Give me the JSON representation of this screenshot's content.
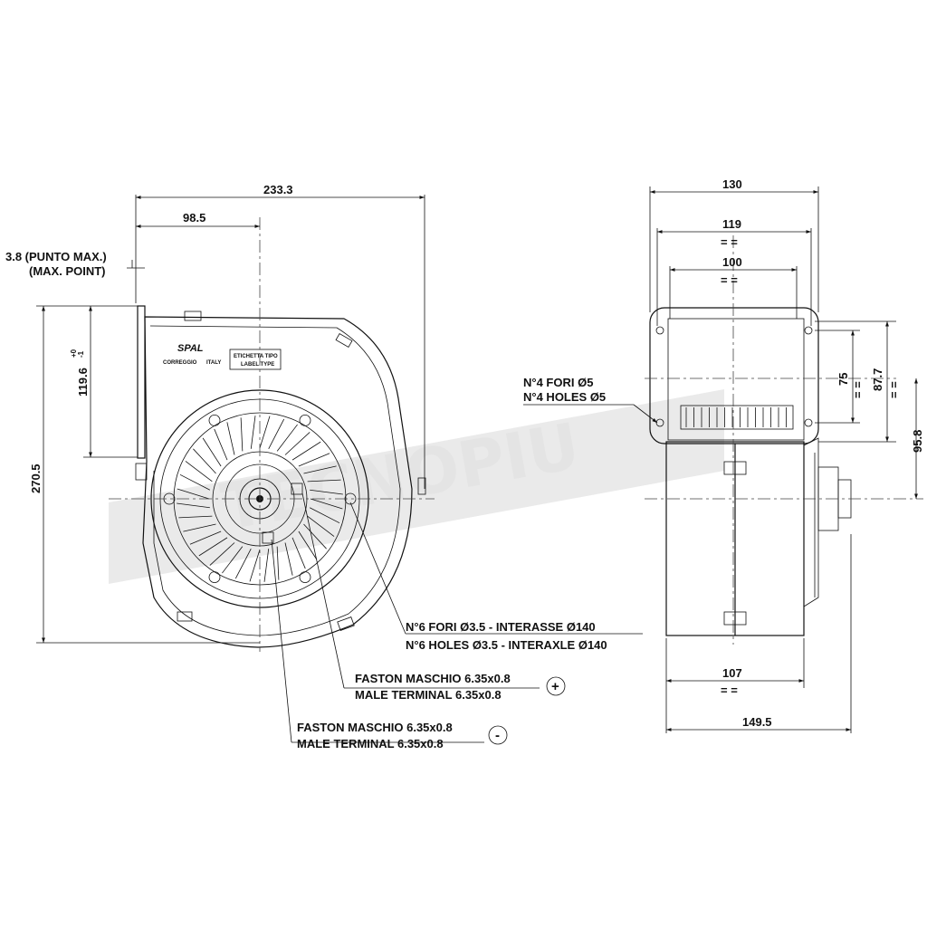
{
  "drawing": {
    "watermark": "TECNOPIU",
    "brand": {
      "logo": "SPAL",
      "city": "CORREGGIO",
      "country": "ITALY"
    },
    "label_box": {
      "line1": "ETICHETTA TIPO",
      "line2": "LABEL TYPE"
    },
    "dimensions": {
      "front_width": "233.3",
      "front_offset": "98.5",
      "front_height": "270.5",
      "outlet_height": "119.6",
      "outlet_tol_plus": "+0",
      "outlet_tol_minus": "-1",
      "side_width": "130",
      "side_inner_width": "119",
      "side_outlet_width": "100",
      "side_holes_v": "75",
      "side_holes_v2": "87.7",
      "side_offset": "95.8",
      "base_width": "107",
      "overall_depth": "149.5",
      "equal_sign": "= ="
    },
    "notes": {
      "point_it": "3.8 (PUNTO MAX.)",
      "point_en": "(MAX. POINT)",
      "holes4_it": "N°4 FORI Ø5",
      "holes4_en": "N°4 HOLES Ø5",
      "holes6_it": "N°6 FORI Ø3.5 - INTERASSE Ø140",
      "holes6_en": "N°6 HOLES Ø3.5 - INTERAXLE Ø140",
      "pos_it": "FASTON MASCHIO 6.35x0.8",
      "pos_en": "MALE TERMINAL 6.35x0.8",
      "neg_it": "FASTON MASCHIO 6.35x0.8",
      "neg_en": "MALE TERMINAL 6.35x0.8",
      "plus_symbol": "+",
      "minus_symbol": "-"
    }
  }
}
